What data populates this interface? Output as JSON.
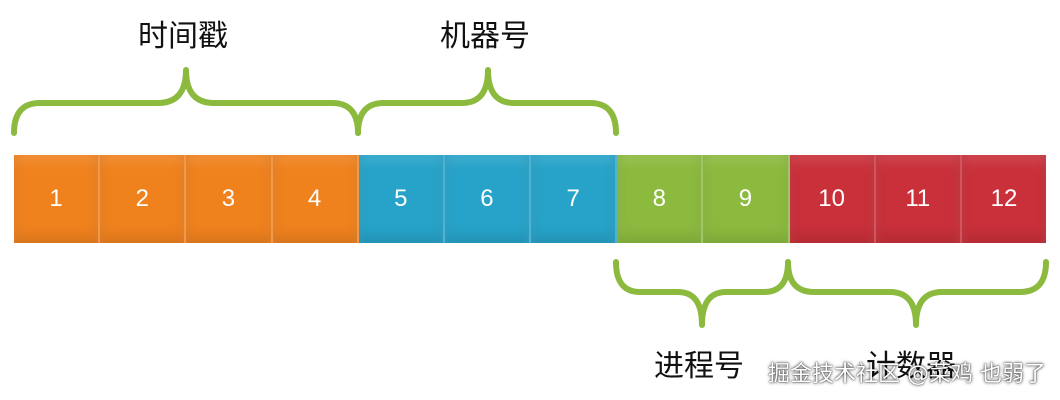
{
  "labels": {
    "timestamp": "时间戳",
    "machine_id": "机器号",
    "process_id": "进程号",
    "counter": "计数器"
  },
  "cells": [
    {
      "value": "1",
      "color": "#f0821e"
    },
    {
      "value": "2",
      "color": "#f0821e"
    },
    {
      "value": "3",
      "color": "#f0821e"
    },
    {
      "value": "4",
      "color": "#f0821e"
    },
    {
      "value": "5",
      "color": "#27a3c9"
    },
    {
      "value": "6",
      "color": "#27a3c9"
    },
    {
      "value": "7",
      "color": "#27a3c9"
    },
    {
      "value": "8",
      "color": "#8cba3f"
    },
    {
      "value": "9",
      "color": "#8cba3f"
    },
    {
      "value": "10",
      "color": "#c9303a"
    },
    {
      "value": "11",
      "color": "#c9303a"
    },
    {
      "value": "12",
      "color": "#c9303a"
    }
  ],
  "brace_color": "#8cba3f",
  "watermark": "掘金技术社区 @菜鸡 也弱了"
}
